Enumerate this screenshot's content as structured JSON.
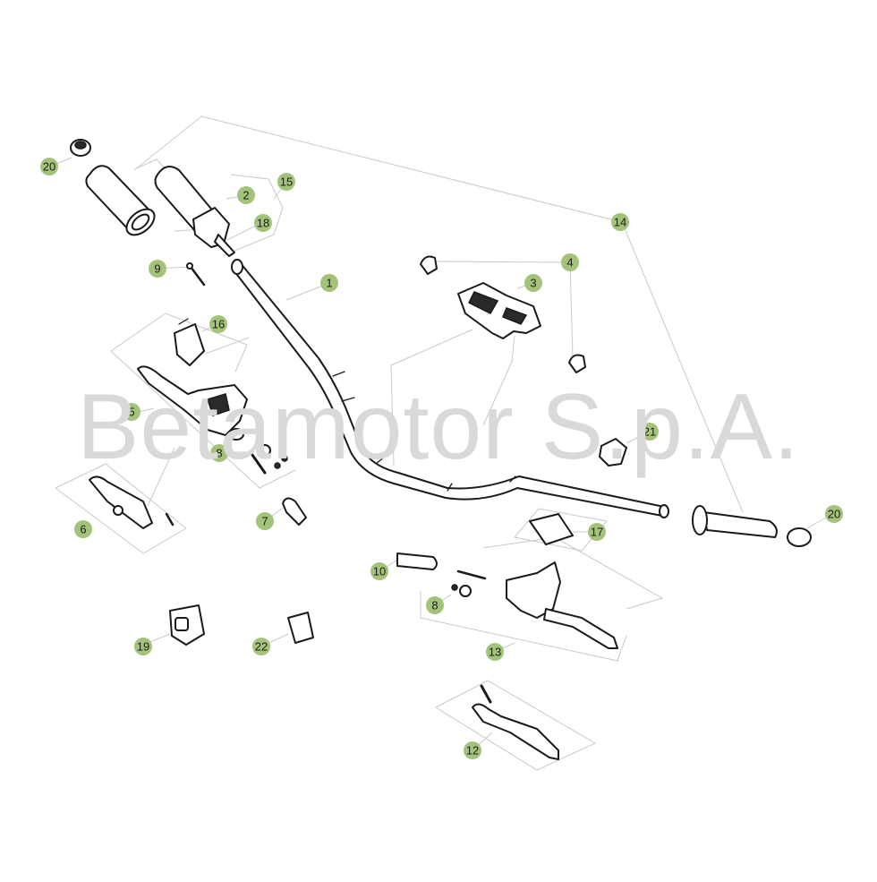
{
  "watermark": "Betamotor S.p.A.",
  "colors": {
    "callout_fill": "#a3c37a",
    "callout_text": "#1e1e1e",
    "leader": "#c9c9c9",
    "part_stroke": "#1a1a1a",
    "watermark": "#d9d9d9"
  },
  "callouts": [
    {
      "id": "c1",
      "label": "1"
    },
    {
      "id": "c2",
      "label": "2"
    },
    {
      "id": "c3",
      "label": "3"
    },
    {
      "id": "c4",
      "label": "4"
    },
    {
      "id": "c5",
      "label": "5"
    },
    {
      "id": "c6",
      "label": "6"
    },
    {
      "id": "c7",
      "label": "7"
    },
    {
      "id": "c8a",
      "label": "8"
    },
    {
      "id": "c8b",
      "label": "8"
    },
    {
      "id": "c9",
      "label": "9"
    },
    {
      "id": "c10",
      "label": "10"
    },
    {
      "id": "c12",
      "label": "12"
    },
    {
      "id": "c13",
      "label": "13"
    },
    {
      "id": "c14",
      "label": "14"
    },
    {
      "id": "c15",
      "label": "15"
    },
    {
      "id": "c16",
      "label": "16"
    },
    {
      "id": "c17",
      "label": "17"
    },
    {
      "id": "c18",
      "label": "18"
    },
    {
      "id": "c19",
      "label": "19"
    },
    {
      "id": "c20a",
      "label": "20"
    },
    {
      "id": "c20b",
      "label": "20"
    },
    {
      "id": "c21",
      "label": "21"
    },
    {
      "id": "c22",
      "label": "22"
    }
  ]
}
